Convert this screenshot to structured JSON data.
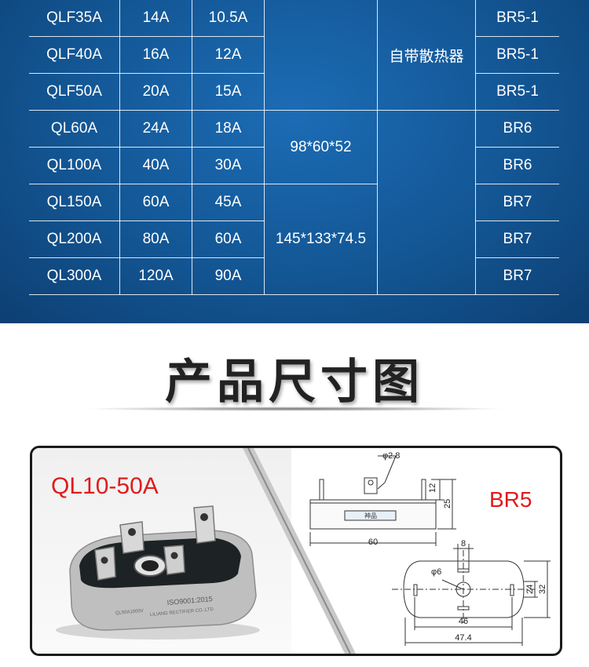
{
  "spec_rows": [
    {
      "model": "QLF35A",
      "current1": "14A",
      "current2": "10.5A"
    },
    {
      "model": "QLF40A",
      "current1": "16A",
      "current2": "12A"
    },
    {
      "model": "QLF50A",
      "current1": "20A",
      "current2": "15A"
    },
    {
      "model": "QL60A",
      "current1": "24A",
      "current2": "18A"
    },
    {
      "model": "QL100A",
      "current1": "40A",
      "current2": "30A"
    },
    {
      "model": "QL150A",
      "current1": "60A",
      "current2": "45A"
    },
    {
      "model": "QL200A",
      "current1": "80A",
      "current2": "60A"
    },
    {
      "model": "QL300A",
      "current1": "120A",
      "current2": "90A"
    }
  ],
  "size_groups": [
    "98*60*52",
    "145*133*74.5"
  ],
  "heatsink_label": "自带散热器",
  "packages": [
    "BR5-1",
    "BR5-1",
    "BR5-1",
    "BR6",
    "BR6",
    "BR7",
    "BR7",
    "BR7"
  ],
  "section_title": "产品尺寸图",
  "product_model": "QL10-50A",
  "package_name": "BR5",
  "dims": {
    "hole": "φ2.8",
    "h12": "12",
    "h25": "25",
    "w60": "60",
    "w8": "8",
    "bore": "φ6",
    "h24": "24",
    "h32": "32",
    "w46": "46",
    "w474": "47.4"
  },
  "part_marks": {
    "iso": "ISO9001:2015",
    "maker": "LILIANG RECTIFIER CO.,LTD",
    "part": "QL50A1000V",
    "brand": "神品"
  },
  "colors": {
    "blue": "#135694",
    "accent_red": "#e01b1b"
  }
}
